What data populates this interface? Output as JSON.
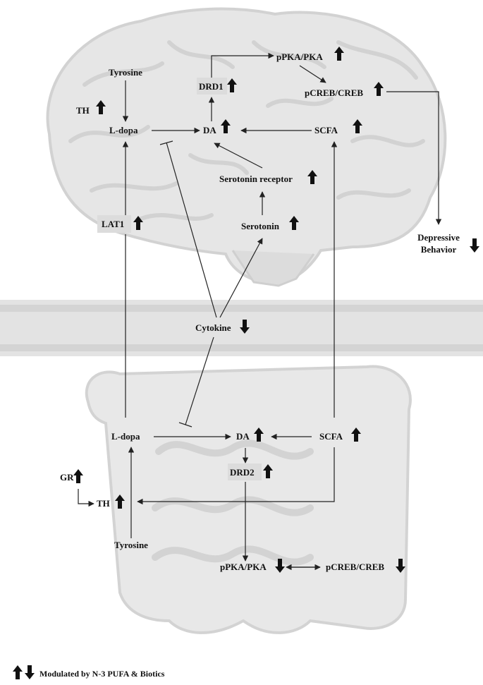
{
  "colors": {
    "background": "#ffffff",
    "silhouette": "#e6e6e6",
    "silhouette_outline": "#d0d0d0",
    "label_box": "#dcdcdc",
    "ink": "#111111"
  },
  "brain": {
    "tyrosine": "Tyrosine",
    "th": "TH",
    "ldopa": "L-dopa",
    "drd1": "DRD1",
    "da": "DA",
    "ppka": "pPKA/PKA",
    "pcreb": "pCREB/CREB",
    "scfa": "SCFA",
    "serotonin_receptor": "Serotonin receptor",
    "serotonin": "Serotonin",
    "lat1": "LAT1",
    "depressive_1": "Depressive",
    "depressive_2": "Behavior"
  },
  "barrier": {
    "cytokine": "Cytokine"
  },
  "gut": {
    "ldopa": "L-dopa",
    "da": "DA",
    "scfa": "SCFA",
    "gr": "GR",
    "th": "TH",
    "drd2": "DRD2",
    "tyrosine": "Tyrosine",
    "ppka": "pPKA/PKA",
    "pcreb": "pCREB/CREB"
  },
  "legend": {
    "text": "Modulated by N-3 PUFA & Biotics",
    "icon_up": "arrow-up-icon",
    "icon_down": "arrow-down-icon"
  }
}
